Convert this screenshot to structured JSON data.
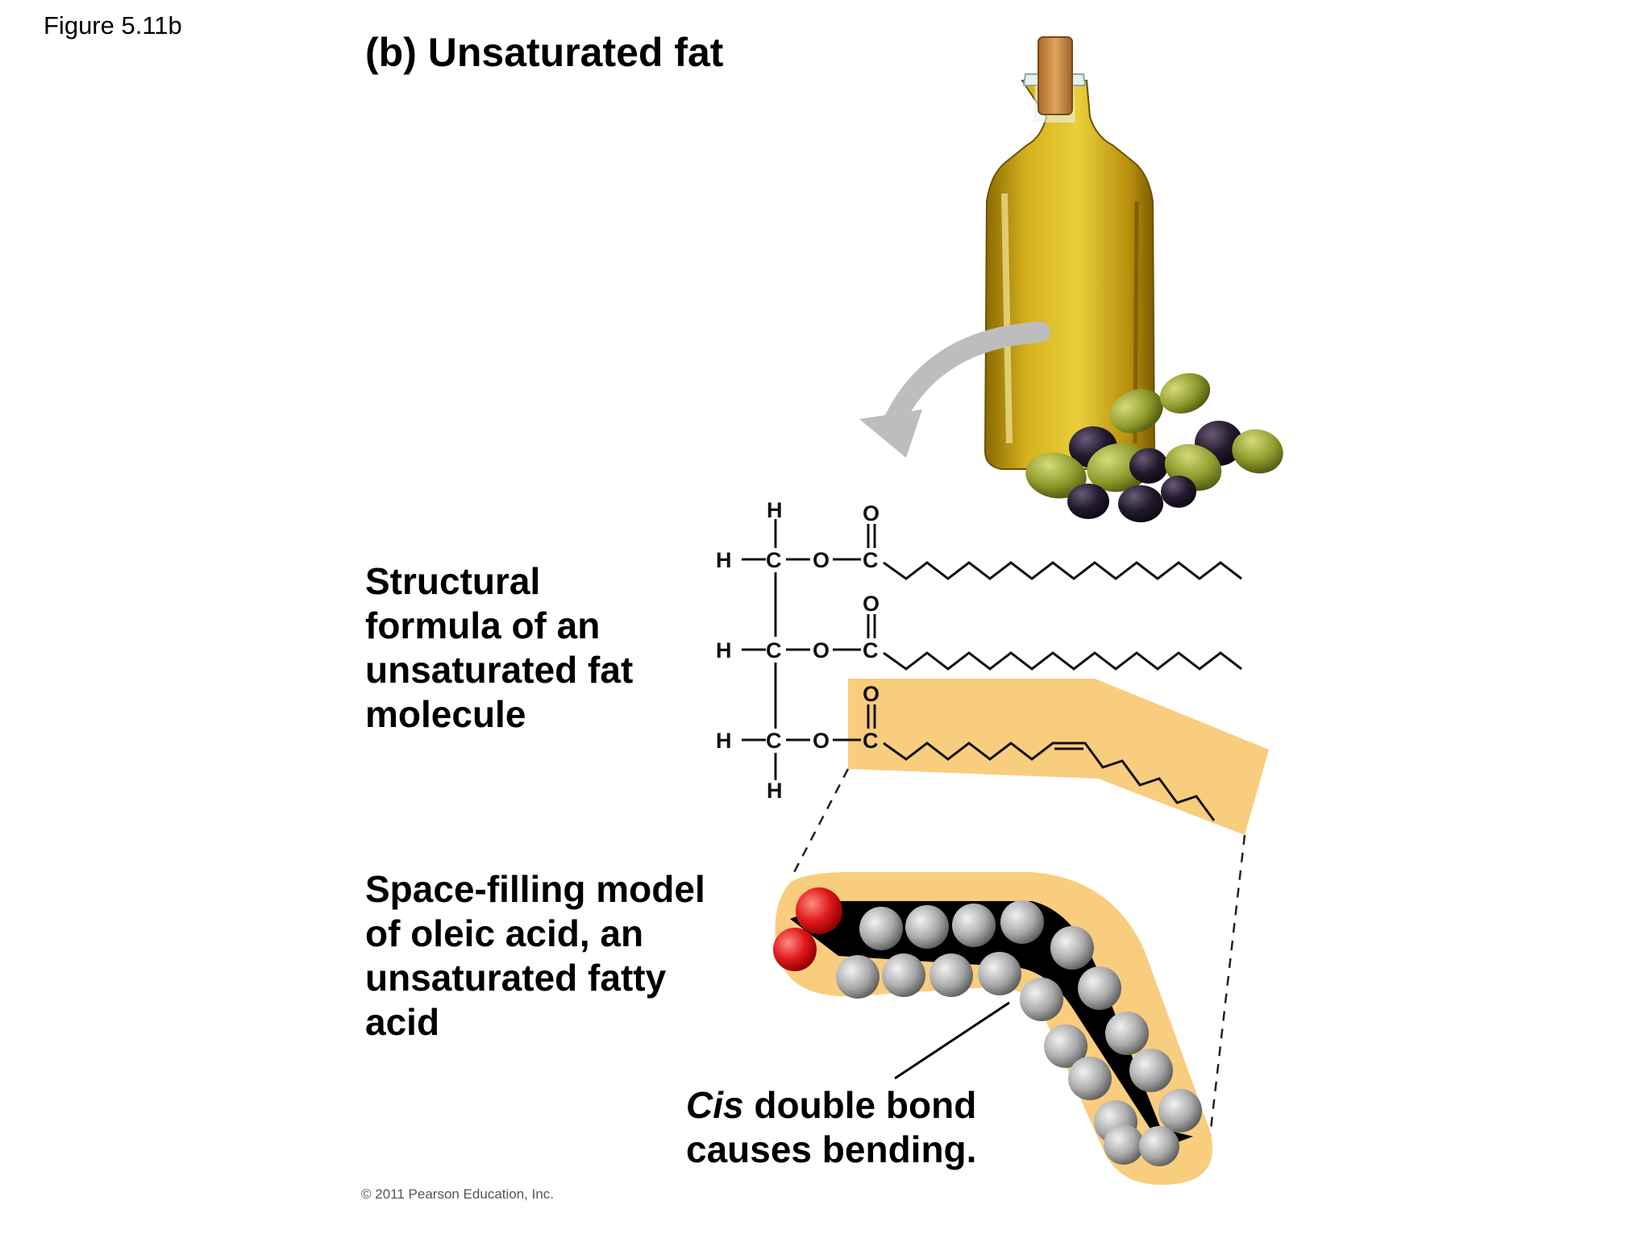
{
  "figure_label": "Figure 5.11b",
  "title": "(b) Unsaturated fat",
  "structural_caption": "Structural\nformula of an\nunsaturated fat\nmolecule",
  "spacefill_caption": "Space-filling model\nof oleic acid, an\nunsaturated fatty\nacid",
  "cis_note": {
    "italic": "Cis",
    "rest_line1": " double bond",
    "line2": "causes bending."
  },
  "copyright": "© 2011 Pearson Education, Inc.",
  "atoms": {
    "h": "H",
    "c": "C",
    "o": "O"
  },
  "colors": {
    "highlight": "#f9cd7e",
    "oil": "#c9a11a",
    "oxygen": "#e0191b",
    "hydrogen": "#b8b8b8",
    "carbon": "#000000",
    "arrow": "#bdbdbd"
  }
}
